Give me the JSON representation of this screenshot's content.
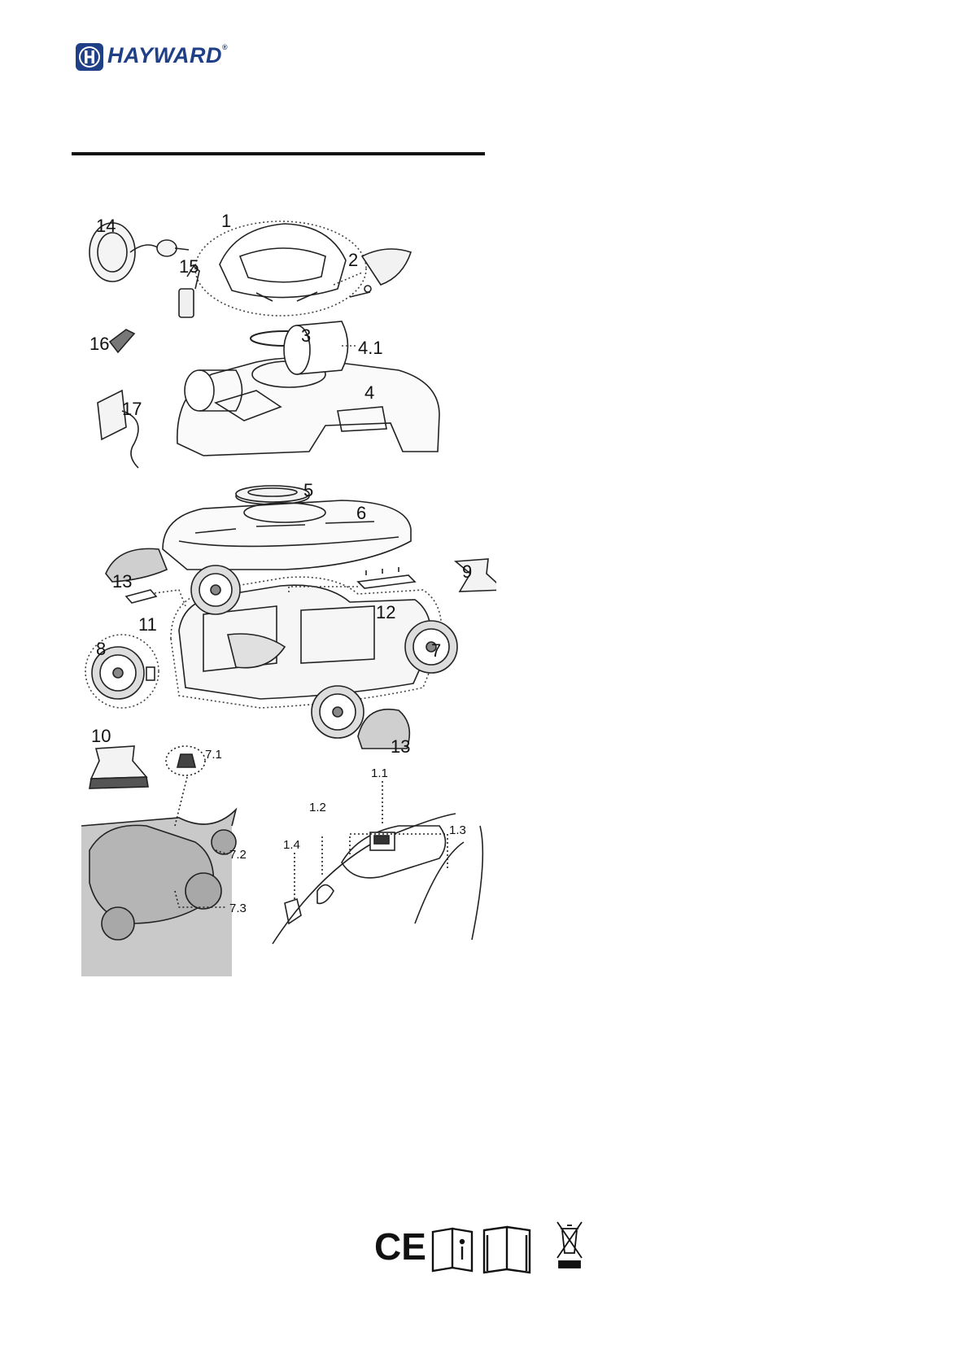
{
  "header": {
    "brand_name": "HAYWARD",
    "brand_mark": "®",
    "brand_color": "#1f3f86"
  },
  "diagram": {
    "labels": {
      "p1": "1",
      "p2": "2",
      "p3": "3",
      "p4": "4",
      "p4_1": "4.1",
      "p5": "5",
      "p6": "6",
      "p7": "7",
      "p8": "8",
      "p9": "9",
      "p10": "10",
      "p11": "11",
      "p12": "12",
      "p13a": "13",
      "p13b": "13",
      "p14": "14",
      "p15": "15",
      "p16": "16",
      "p17": "17"
    },
    "detail_labels": {
      "d7_1": "7.1",
      "d7_2": "7.2",
      "d7_3": "7.3",
      "d1_1": "1.1",
      "d1_2": "1.2",
      "d1_3": "1.3",
      "d1_4": "1.4"
    }
  },
  "footer": {
    "ce_mark": "CE",
    "icons": [
      "ce-mark-icon",
      "info-manual-icon",
      "open-manual-icon",
      "weee-bin-icon"
    ]
  }
}
